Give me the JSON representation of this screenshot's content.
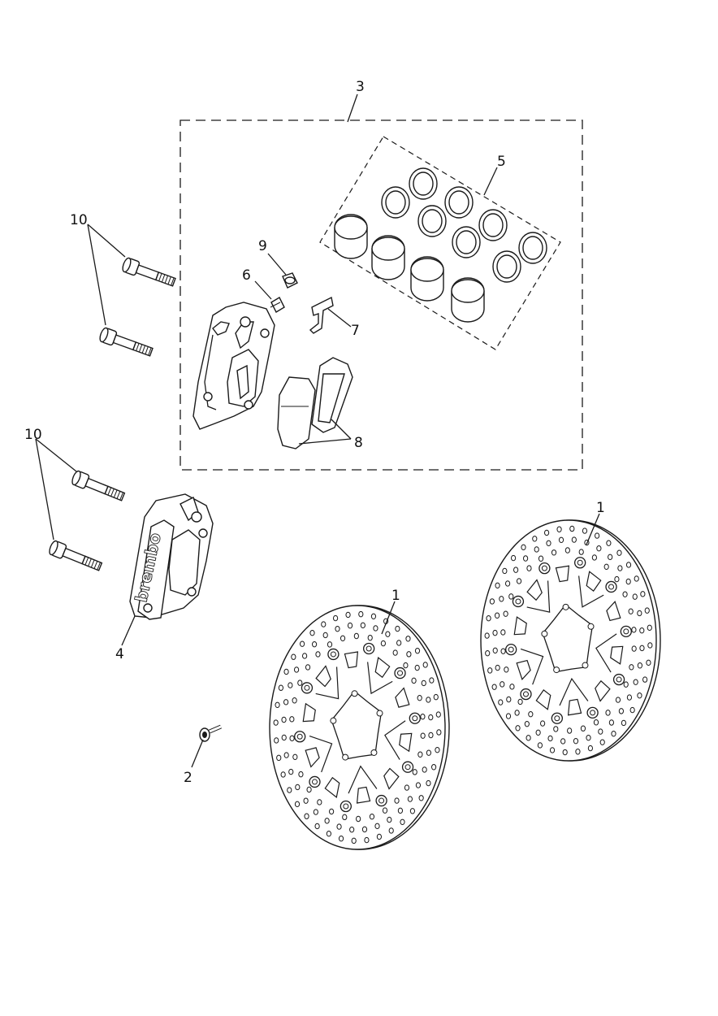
{
  "callouts": {
    "disc_right": "1",
    "disc_left": "1",
    "screw": "2",
    "kit": "3",
    "caliper": "4",
    "seal_kit": "5",
    "bleed_nipple": "6",
    "pad_spring": "7",
    "pads": "8",
    "bleed_cap": "9",
    "bolts_upper": "10",
    "bolts_lower": "10"
  },
  "caliper_brand": "brembo"
}
